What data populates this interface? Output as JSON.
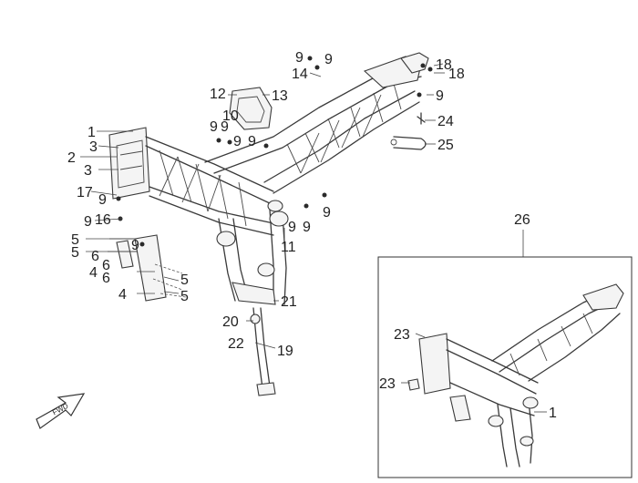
{
  "diagram": {
    "callouts": [
      "1",
      "2",
      "3",
      "3",
      "4",
      "4",
      "5",
      "5",
      "5",
      "5",
      "6",
      "6",
      "6",
      "9",
      "9",
      "9",
      "9",
      "9",
      "9",
      "9",
      "9",
      "9",
      "9",
      "9",
      "9",
      "9",
      "10",
      "11",
      "12",
      "13",
      "14",
      "16",
      "17",
      "18",
      "18",
      "19",
      "20",
      "21",
      "22",
      "23",
      "23",
      "24",
      "25",
      "26",
      "1"
    ],
    "fwd_label": "FWD",
    "inset_label": "26",
    "inset_part": "1"
  }
}
